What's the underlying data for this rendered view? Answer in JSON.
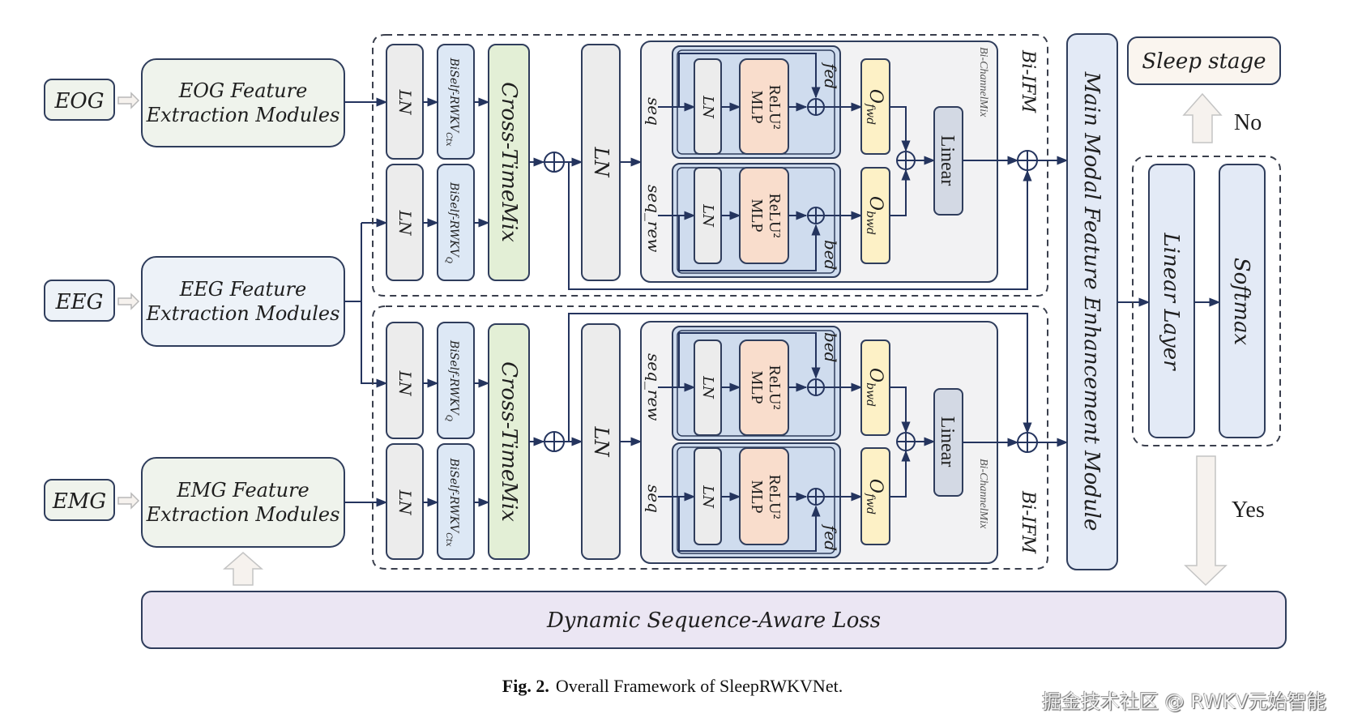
{
  "inputs": {
    "eog": "EOG",
    "eeg": "EEG",
    "emg": "EMG"
  },
  "extractors": {
    "eog": [
      "EOG Feature",
      "Extraction Modules"
    ],
    "eeg": [
      "EEG Feature",
      "Extraction Modules"
    ],
    "emg": [
      "EMG Feature",
      "Extraction Modules"
    ]
  },
  "bi_ifm_top": {
    "ln": "LN",
    "biself_ctx": "BiSelf-RWKV",
    "biself_ctx_sub": "Ctx",
    "biself_q": "BiSelf-RWKV",
    "biself_q_sub": "Q",
    "cross_time_mix": "Cross-TimeMix",
    "ln_big": "LN",
    "channel_mix": {
      "title": "Bi-ChannelMix",
      "seq": "seq",
      "seq_rew": "seq_rew",
      "fed": "fed",
      "bed": "bed",
      "ln": "LN",
      "relu_line1": "ReLU²",
      "relu_line2": "MLP",
      "o_fwd": "O",
      "o_fwd_sub": "fwd",
      "o_bwd": "O",
      "o_bwd_sub": "bwd",
      "linear": "Linear"
    },
    "label": "Bi-IFM"
  },
  "bi_ifm_bottom": {
    "ln": "LN",
    "biself_q": "BiSelf-RWKV",
    "biself_q_sub": "Q",
    "biself_ctx": "BiSelf-RWKV",
    "biself_ctx_sub": "Ctx",
    "cross_time_mix": "Cross-TimeMix",
    "ln_big": "LN",
    "channel_mix": {
      "title": "Bi-ChannelMix",
      "seq": "seq",
      "seq_rew": "seq_rew",
      "fed": "fed",
      "bed": "bed",
      "ln": "LN",
      "relu_line1": "ReLU²",
      "relu_line2": "MLP",
      "o_fwd": "O",
      "o_fwd_sub": "fwd",
      "o_bwd": "O",
      "o_bwd_sub": "bwd",
      "linear": "Linear"
    },
    "label": "Bi-IFM"
  },
  "main_modal": "Main Modal Feature Enhancement Module",
  "classifier": {
    "linear_layer": "Linear Layer",
    "softmax": "Softmax"
  },
  "output": {
    "sleep_stage": "Sleep stage",
    "no": "No",
    "yes": "Yes"
  },
  "loss": "Dynamic Sequence-Aware Loss",
  "caption": {
    "label": "Fig. 2.",
    "text": "Overall Framework of SleepRWKVNet."
  },
  "watermark": "掘金技术社区 @ RWKV元始智能",
  "colors": {
    "ln_fill": "#ececec",
    "biself_fill": "#dde8f5",
    "cross_fill": "#e3efd6",
    "channelmix_fill": "#f2f2f3",
    "inner_blue": "#cfdcee",
    "relu_fill": "#f9ddcc",
    "o_fill": "#fdf1c6",
    "linear_fill": "#d3d9e4",
    "main_modal_fill": "#e3eaf6",
    "extractor_green": "#eff3ec",
    "extractor_blue": "#edf2f8",
    "loss_fill": "#ebe6f3",
    "sleep_fill": "#faf5ef",
    "arrow_fill": "#f6f2ee"
  }
}
